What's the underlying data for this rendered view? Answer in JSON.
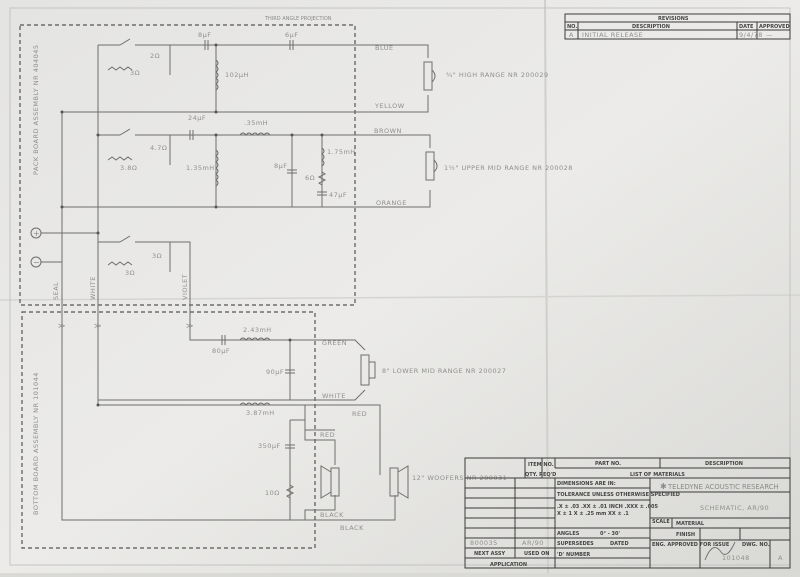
{
  "header": {
    "projection": "THIRD ANGLE PROJECTION"
  },
  "revisions": {
    "title": "REVISIONS",
    "columns": [
      "NO.",
      "DESCRIPTION",
      "DATE",
      "APPROVED"
    ],
    "rows": [
      {
        "no": "A",
        "description": "INITIAL RELEASE",
        "date": "9/4/78",
        "approved": "—"
      }
    ]
  },
  "boards": {
    "top": "PACK BOARD ASSEMBLY NR 404045",
    "bottom": "BOTTOM BOARD ASSEMBLY NR 101044"
  },
  "terminals": {
    "plus": "+",
    "minus": "−"
  },
  "wires": {
    "blue": "BLUE",
    "yellow": "YELLOW",
    "brown": "BROWN",
    "orange": "ORANGE",
    "green": "GREEN",
    "white": "WHITE",
    "red": "RED",
    "red2": "RED",
    "black": "BLACK",
    "black2": "BLACK",
    "left1": "SEAL",
    "left2": "WHITE",
    "left3": "VIOLET"
  },
  "components": {
    "tw_r1": "3Ω",
    "tw_r2": "2Ω",
    "tw_c1": "8µF",
    "tw_c2": "6µF",
    "tw_l": "102µH",
    "um_r1": "3.8Ω",
    "um_r2": "4.7Ω",
    "um_c1": "24µF",
    "um_l1": ".35mH",
    "um_l2": "1.35mH",
    "um_c2": "8µF",
    "um_l3": "1.75mH",
    "um_r3": "6Ω",
    "um_c3": "47µF",
    "mid_r1": "3Ω",
    "mid_r2": "3Ω",
    "lm_c1": "80µF",
    "lm_l": "2.43mH",
    "lm_c2": "90µF",
    "wf_l": "3.87mH",
    "wf_c": "350µF",
    "wf_r": "10Ω"
  },
  "speakers": {
    "tweeter": "¾\" HIGH RANGE NR 200029",
    "upper_mid": "1½\" UPPER MID RANGE NR 200028",
    "lower_mid": "8\" LOWER MID RANGE NR 200027",
    "woofers": "12\" WOOFERS NR 200031"
  },
  "title_block": {
    "item_no": "ITEM NO.",
    "part_no": "PART NO.",
    "description": "DESCRIPTION",
    "qty": "QTY. REQ'D",
    "list": "LIST OF MATERIALS",
    "dims": "DIMENSIONS ARE IN:",
    "tolerance": "TOLERANCE UNLESS OTHERWISE SPECIFIED",
    "tol1": ".X ± .03   .XX ± .01 INCH   .XXX ± .005",
    "tol2": "X ± 1   X ± .25 mm   XX ± .1",
    "angles": "ANGLES",
    "angles_val": "0° - 30'",
    "supersedes": "SUPERSEDES",
    "dated": "DATED",
    "d_number": "'D' NUMBER",
    "company": "TELEDYNE ACOUSTIC RESEARCH",
    "drawing_title": "SCHEMATIC, AR/90",
    "scale": "SCALE",
    "material": "MATERIAL",
    "finish": "FINISH",
    "next_assy_val": "800035",
    "used_on_val": "AR/90",
    "next_assy": "NEXT ASSY",
    "used_on": "USED ON",
    "application": "APPLICATION",
    "eng_approval": "ENG. APPROVED FOR ISSUE",
    "dwg_no_label": "DWG. NO.",
    "dwg_no": "101048",
    "rev": "A"
  }
}
